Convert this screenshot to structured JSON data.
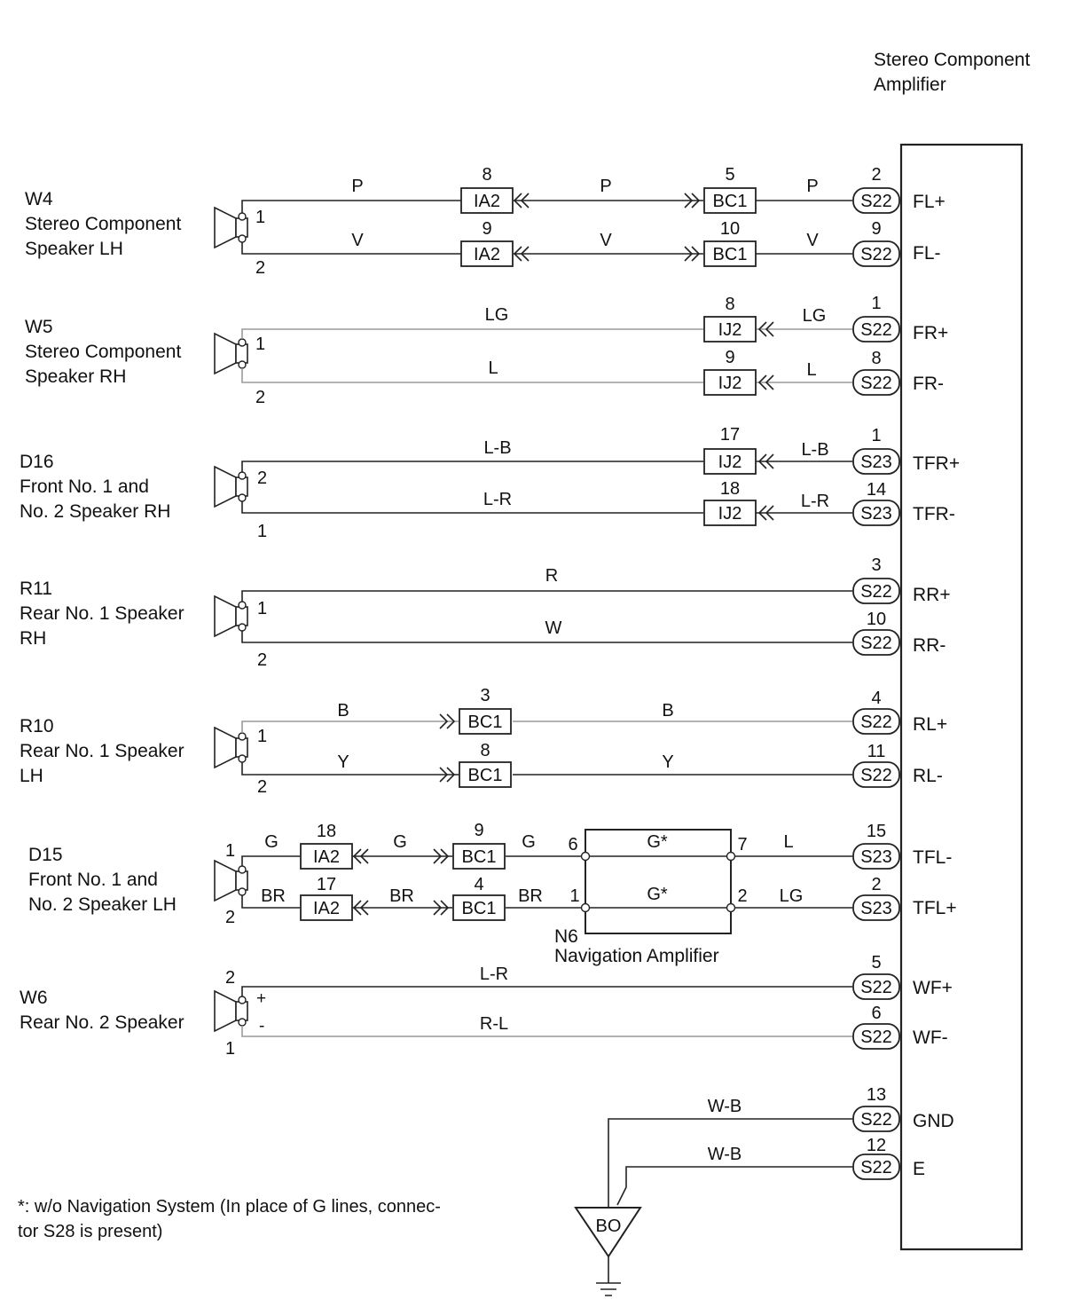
{
  "amplifier": {
    "title_line1": "Stereo Component",
    "title_line2": "Amplifier"
  },
  "groups": [
    {
      "id": "W4",
      "code": "W4",
      "name_lines": [
        "Stereo Component",
        "Speaker LH"
      ],
      "pins": [
        {
          "speaker_pin": "1",
          "wire_colors": [
            "P",
            "P",
            "P"
          ],
          "connectors": [
            {
              "id": "IA2",
              "pin": "8",
              "type": "box-in"
            },
            {
              "id": "BC1",
              "pin": "5",
              "type": "box-out"
            }
          ],
          "amp_connector": "S22",
          "amp_pin": "2",
          "terminal": "FL+"
        },
        {
          "speaker_pin": "2",
          "wire_colors": [
            "V",
            "V",
            "V"
          ],
          "connectors": [
            {
              "id": "IA2",
              "pin": "9",
              "type": "box-in"
            },
            {
              "id": "BC1",
              "pin": "10",
              "type": "box-out"
            }
          ],
          "amp_connector": "S22",
          "amp_pin": "9",
          "terminal": "FL-"
        }
      ]
    },
    {
      "id": "W5",
      "code": "W5",
      "name_lines": [
        "Stereo Component",
        "Speaker RH"
      ],
      "pins": [
        {
          "speaker_pin": "1",
          "wire_colors": [
            "LG",
            "LG"
          ],
          "connectors": [
            {
              "id": "IJ2",
              "pin": "8",
              "type": "box-in"
            }
          ],
          "amp_connector": "S22",
          "amp_pin": "1",
          "terminal": "FR+"
        },
        {
          "speaker_pin": "2",
          "wire_colors": [
            "L",
            "L"
          ],
          "connectors": [
            {
              "id": "IJ2",
              "pin": "9",
              "type": "box-in"
            }
          ],
          "amp_connector": "S22",
          "amp_pin": "8",
          "terminal": "FR-"
        }
      ]
    },
    {
      "id": "D16",
      "code": "D16",
      "name_lines": [
        "Front No. 1 and",
        "No. 2 Speaker RH"
      ],
      "pins": [
        {
          "speaker_pin": "2",
          "wire_colors": [
            "L-B",
            "L-B"
          ],
          "connectors": [
            {
              "id": "IJ2",
              "pin": "17",
              "type": "box-in"
            }
          ],
          "amp_connector": "S23",
          "amp_pin": "1",
          "terminal": "TFR+"
        },
        {
          "speaker_pin": "1",
          "wire_colors": [
            "L-R",
            "L-R"
          ],
          "connectors": [
            {
              "id": "IJ2",
              "pin": "18",
              "type": "box-in"
            }
          ],
          "amp_connector": "S23",
          "amp_pin": "14",
          "terminal": "TFR-"
        }
      ]
    },
    {
      "id": "R11",
      "code": "R11",
      "name_lines": [
        "Rear No. 1 Speaker",
        "RH"
      ],
      "pins": [
        {
          "speaker_pin": "1",
          "wire_colors": [
            "R"
          ],
          "connectors": [],
          "amp_connector": "S22",
          "amp_pin": "3",
          "terminal": "RR+"
        },
        {
          "speaker_pin": "2",
          "wire_colors": [
            "W"
          ],
          "connectors": [],
          "amp_connector": "S22",
          "amp_pin": "10",
          "terminal": "RR-"
        }
      ]
    },
    {
      "id": "R10",
      "code": "R10",
      "name_lines": [
        "Rear No. 1 Speaker",
        "LH"
      ],
      "pins": [
        {
          "speaker_pin": "1",
          "wire_colors": [
            "B",
            "B"
          ],
          "connectors": [
            {
              "id": "BC1",
              "pin": "3",
              "type": "box-out"
            }
          ],
          "amp_connector": "S22",
          "amp_pin": "4",
          "terminal": "RL+"
        },
        {
          "speaker_pin": "2",
          "wire_colors": [
            "Y",
            "Y"
          ],
          "connectors": [
            {
              "id": "BC1",
              "pin": "8",
              "type": "box-out"
            }
          ],
          "amp_connector": "S22",
          "amp_pin": "11",
          "terminal": "RL-"
        }
      ]
    },
    {
      "id": "D15",
      "code": "D15",
      "name_lines": [
        "Front No. 1 and",
        "No. 2 Speaker LH"
      ],
      "pins": [
        {
          "speaker_pin": "1",
          "wire_colors": [
            "G",
            "G",
            "G",
            "L"
          ],
          "connectors": [
            {
              "id": "IA2",
              "pin": "18",
              "type": "box-in"
            },
            {
              "id": "BC1",
              "pin": "9",
              "type": "box-out"
            }
          ],
          "nav_in_pin": "6",
          "nav_out_pin": "7",
          "nav_wire": "G*",
          "amp_connector": "S23",
          "amp_pin": "15",
          "terminal": "TFL-"
        },
        {
          "speaker_pin": "2",
          "wire_colors": [
            "BR",
            "BR",
            "BR",
            "LG"
          ],
          "connectors": [
            {
              "id": "IA2",
              "pin": "17",
              "type": "box-in"
            },
            {
              "id": "BC1",
              "pin": "4",
              "type": "box-out"
            }
          ],
          "nav_in_pin": "1",
          "nav_out_pin": "2",
          "nav_wire": "G*",
          "amp_connector": "S23",
          "amp_pin": "2",
          "terminal": "TFL+"
        }
      ]
    },
    {
      "id": "W6",
      "code": "W6",
      "name_lines": [
        "Rear No. 2 Speaker"
      ],
      "pins": [
        {
          "speaker_pin": "2",
          "polarity": "+",
          "wire_colors": [
            "L-R"
          ],
          "connectors": [],
          "amp_connector": "S22",
          "amp_pin": "5",
          "terminal": "WF+"
        },
        {
          "speaker_pin": "1",
          "polarity": "-",
          "wire_colors": [
            "R-L"
          ],
          "connectors": [],
          "amp_connector": "S22",
          "amp_pin": "6",
          "terminal": "WF-"
        }
      ]
    }
  ],
  "navigation_amplifier": {
    "code": "N6",
    "name": "Navigation Amplifier"
  },
  "ground": [
    {
      "wire_color": "W-B",
      "amp_connector": "S22",
      "amp_pin": "13",
      "terminal": "GND"
    },
    {
      "wire_color": "W-B",
      "amp_connector": "S22",
      "amp_pin": "12",
      "terminal": "E"
    }
  ],
  "ground_point": "BO",
  "footnote_lines": [
    "*: w/o Navigation System (In place of G lines, connec-",
    "tor S28 is present)"
  ],
  "colors": {
    "line": "#222222",
    "line_light": "#9a9a9a",
    "background": "#ffffff"
  }
}
